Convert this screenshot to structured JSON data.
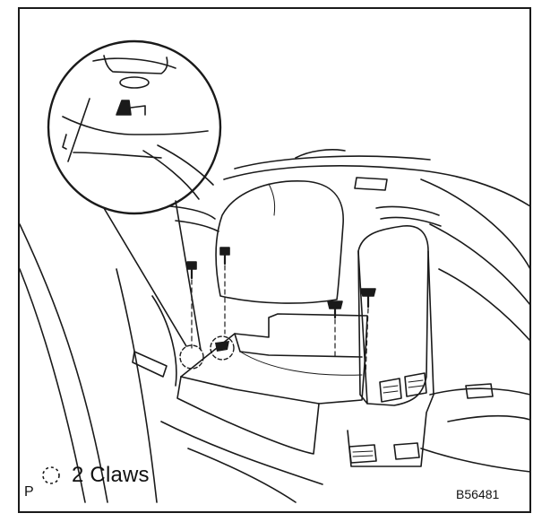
{
  "figure": {
    "legend_text": "2 Claws",
    "corner_letter": "P",
    "figure_id": "B56481"
  },
  "icons": {
    "legend_symbol": "dashed-circle-claw-icon",
    "bolt": "bolt-icon"
  }
}
